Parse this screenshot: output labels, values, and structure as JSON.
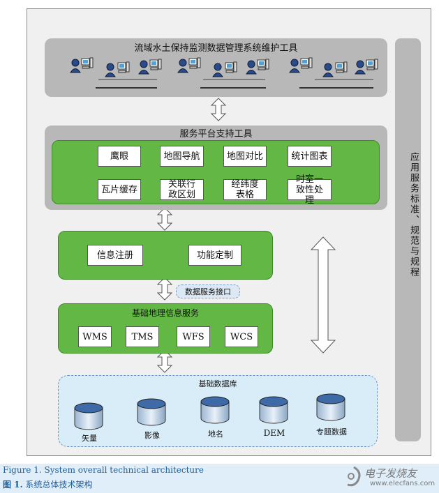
{
  "diagram": {
    "maintenance_title": "流域水土保持监测数据管理系统维护工具",
    "service_platform": {
      "title": "服务平台支持工具",
      "tools": [
        "鹰眼",
        "地图导航",
        "地图对比",
        "统计图表",
        "瓦片缓存",
        "关联行政区划",
        "经纬度表格",
        "时室一致性处理"
      ]
    },
    "info_module": {
      "items": [
        "信息注册",
        "功能定制"
      ]
    },
    "data_interface": "数据服务接口",
    "geo_service": {
      "title": "基础地理信息服务",
      "items": [
        "WMS",
        "TMS",
        "WFS",
        "WCS"
      ]
    },
    "database": {
      "title": "基础数据库",
      "items": [
        "矢量",
        "影像",
        "地名",
        "DEM",
        "专题数据"
      ]
    },
    "side_label": "应用服务标准、规范与规程"
  },
  "caption": {
    "en_prefix": "Figure 1.",
    "en_text": "System overall technical architecture",
    "zh_prefix": "图 1.",
    "zh_text": "系统总体技术架构"
  },
  "watermark": {
    "text": "电子发烧友",
    "url": "www.elecfans.com"
  }
}
